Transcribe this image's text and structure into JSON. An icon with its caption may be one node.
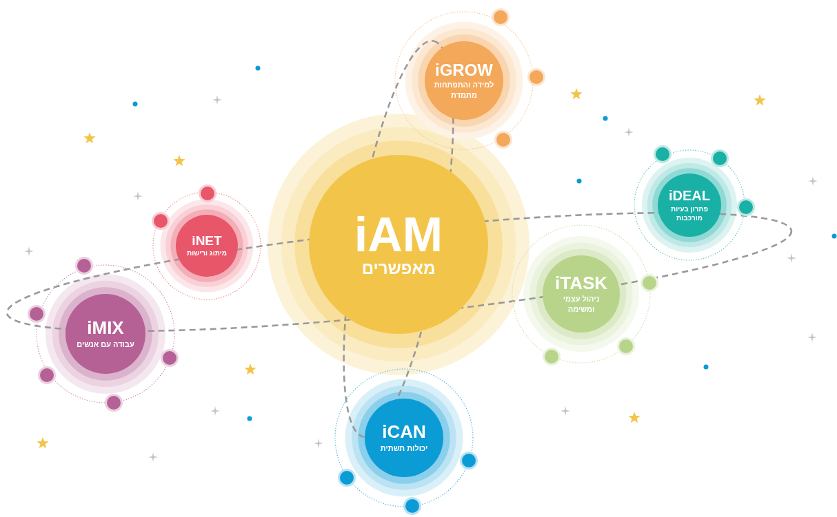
{
  "diagram": {
    "nodes": [
      {
        "text": [
          "iAM",
          "מאפשרים"
        ]
      },
      {
        "text": [
          "iGROW",
          "למידה והתפתחות מתמדת"
        ]
      },
      {
        "text": [
          "iNET",
          "מיתוג ורישות"
        ]
      },
      {
        "text": [
          "iDEAL",
          "פתרון בעיות מורכבות"
        ]
      },
      {
        "text": [
          "iMIX",
          "עבודה עם אנשים"
        ]
      },
      {
        "text": [
          "iTASK",
          "ניהול עצמי ומשימה"
        ]
      },
      {
        "text": [
          "iCAN",
          "יכולות תשתית"
        ]
      }
    ]
  }
}
